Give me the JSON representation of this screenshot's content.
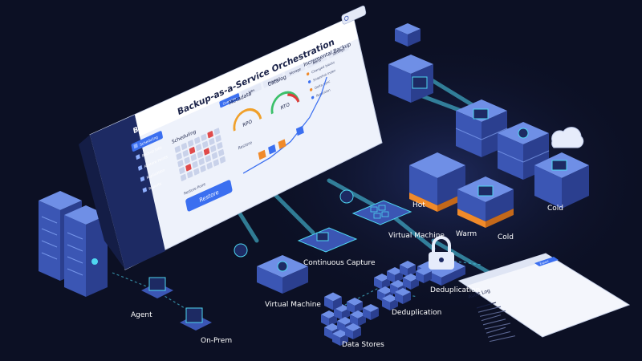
{
  "dashboard": {
    "brand": "BaaS",
    "title": "Backup-as-a-Service Orchestration",
    "sidebar": [
      "Scheduling",
      "Backup Jobs",
      "Restore Points",
      "Replication",
      "Reports"
    ],
    "top_tabs": [
      "Overview",
      "Jobs",
      "Policies",
      "Storage",
      "Alerts",
      "Settings"
    ],
    "scheduling_label": "Scheduling",
    "restore_button": "Restore",
    "restore_caption": "Restore Point",
    "metadata_label": "Metadata",
    "rpo_label": "RPO",
    "rto_label": "RTO",
    "catalog_label": "Catalog",
    "incremental_label": "Incremental Backup",
    "incremental_items": [
      "Changed blocks",
      "Snapshot index",
      "Delta sync",
      "Retention"
    ],
    "timeline_label": "Restore"
  },
  "diagram": {
    "agent_label": "Agent",
    "onprem_label": "On-Prem",
    "vm_label_left": "Virtual Machine",
    "continuous_capture_label": "Continuous Capture",
    "vm_label_right": "Virtual Machine",
    "data_stores_label": "Data Stores",
    "deduplication_label_1": "Deduplication",
    "deduplication_label_2": "Deduplication",
    "hot_label": "Hot",
    "warm_label": "Warm",
    "cold_label_1": "Cold",
    "cold_label_2": "Cold"
  },
  "audit_log": {
    "title": "Audit Log",
    "button": "Export"
  },
  "colors": {
    "background": "#0c1024",
    "block_top": "#6f8fe6",
    "block_left": "#3b56b4",
    "block_right": "#2b3f8f",
    "accent_cyan": "#4fd6f0",
    "accent_orange": "#f08a2a"
  }
}
